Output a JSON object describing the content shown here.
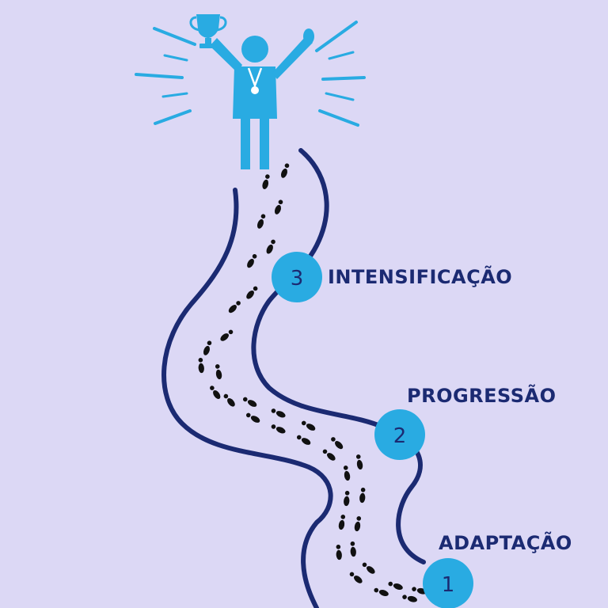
{
  "steps": [
    {
      "number": "1",
      "label": "ADAPTAÇÃO"
    },
    {
      "number": "2",
      "label": "PROGRESSÃO"
    },
    {
      "number": "3",
      "label": "INTENSIFICAÇÃO"
    }
  ],
  "colors": {
    "background": "#dcd8f5",
    "path_stroke": "#1b2a72",
    "circle_fill": "#29abe2",
    "figure_fill": "#29abe2",
    "label_text": "#1b2a72",
    "footprint": "#111111"
  },
  "icons": [
    "trophy-icon",
    "winner-figure-icon",
    "medal-icon",
    "footprint-icon"
  ]
}
